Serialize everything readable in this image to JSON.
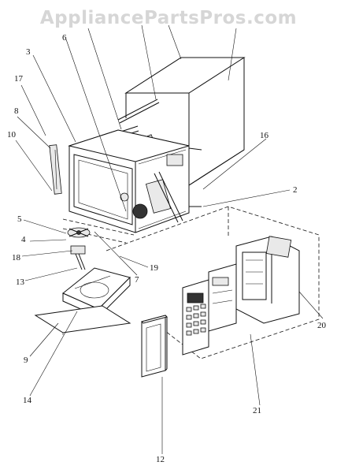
{
  "watermark": "AppliancePartsPros.com",
  "callouts": [
    {
      "id": "callout-3",
      "label": "3"
    },
    {
      "id": "callout-6",
      "label": "6"
    },
    {
      "id": "callout-17",
      "label": "17"
    },
    {
      "id": "callout-8",
      "label": "8"
    },
    {
      "id": "callout-10",
      "label": "10"
    },
    {
      "id": "callout-16",
      "label": "16"
    },
    {
      "id": "callout-2",
      "label": "2"
    },
    {
      "id": "callout-5",
      "label": "5"
    },
    {
      "id": "callout-4",
      "label": "4"
    },
    {
      "id": "callout-18",
      "label": "18"
    },
    {
      "id": "callout-13",
      "label": "13"
    },
    {
      "id": "callout-7",
      "label": "7"
    },
    {
      "id": "callout-19",
      "label": "19"
    },
    {
      "id": "callout-20",
      "label": "20"
    },
    {
      "id": "callout-9",
      "label": "9"
    },
    {
      "id": "callout-21",
      "label": "21"
    },
    {
      "id": "callout-14",
      "label": "14"
    },
    {
      "id": "callout-12",
      "label": "12"
    }
  ]
}
